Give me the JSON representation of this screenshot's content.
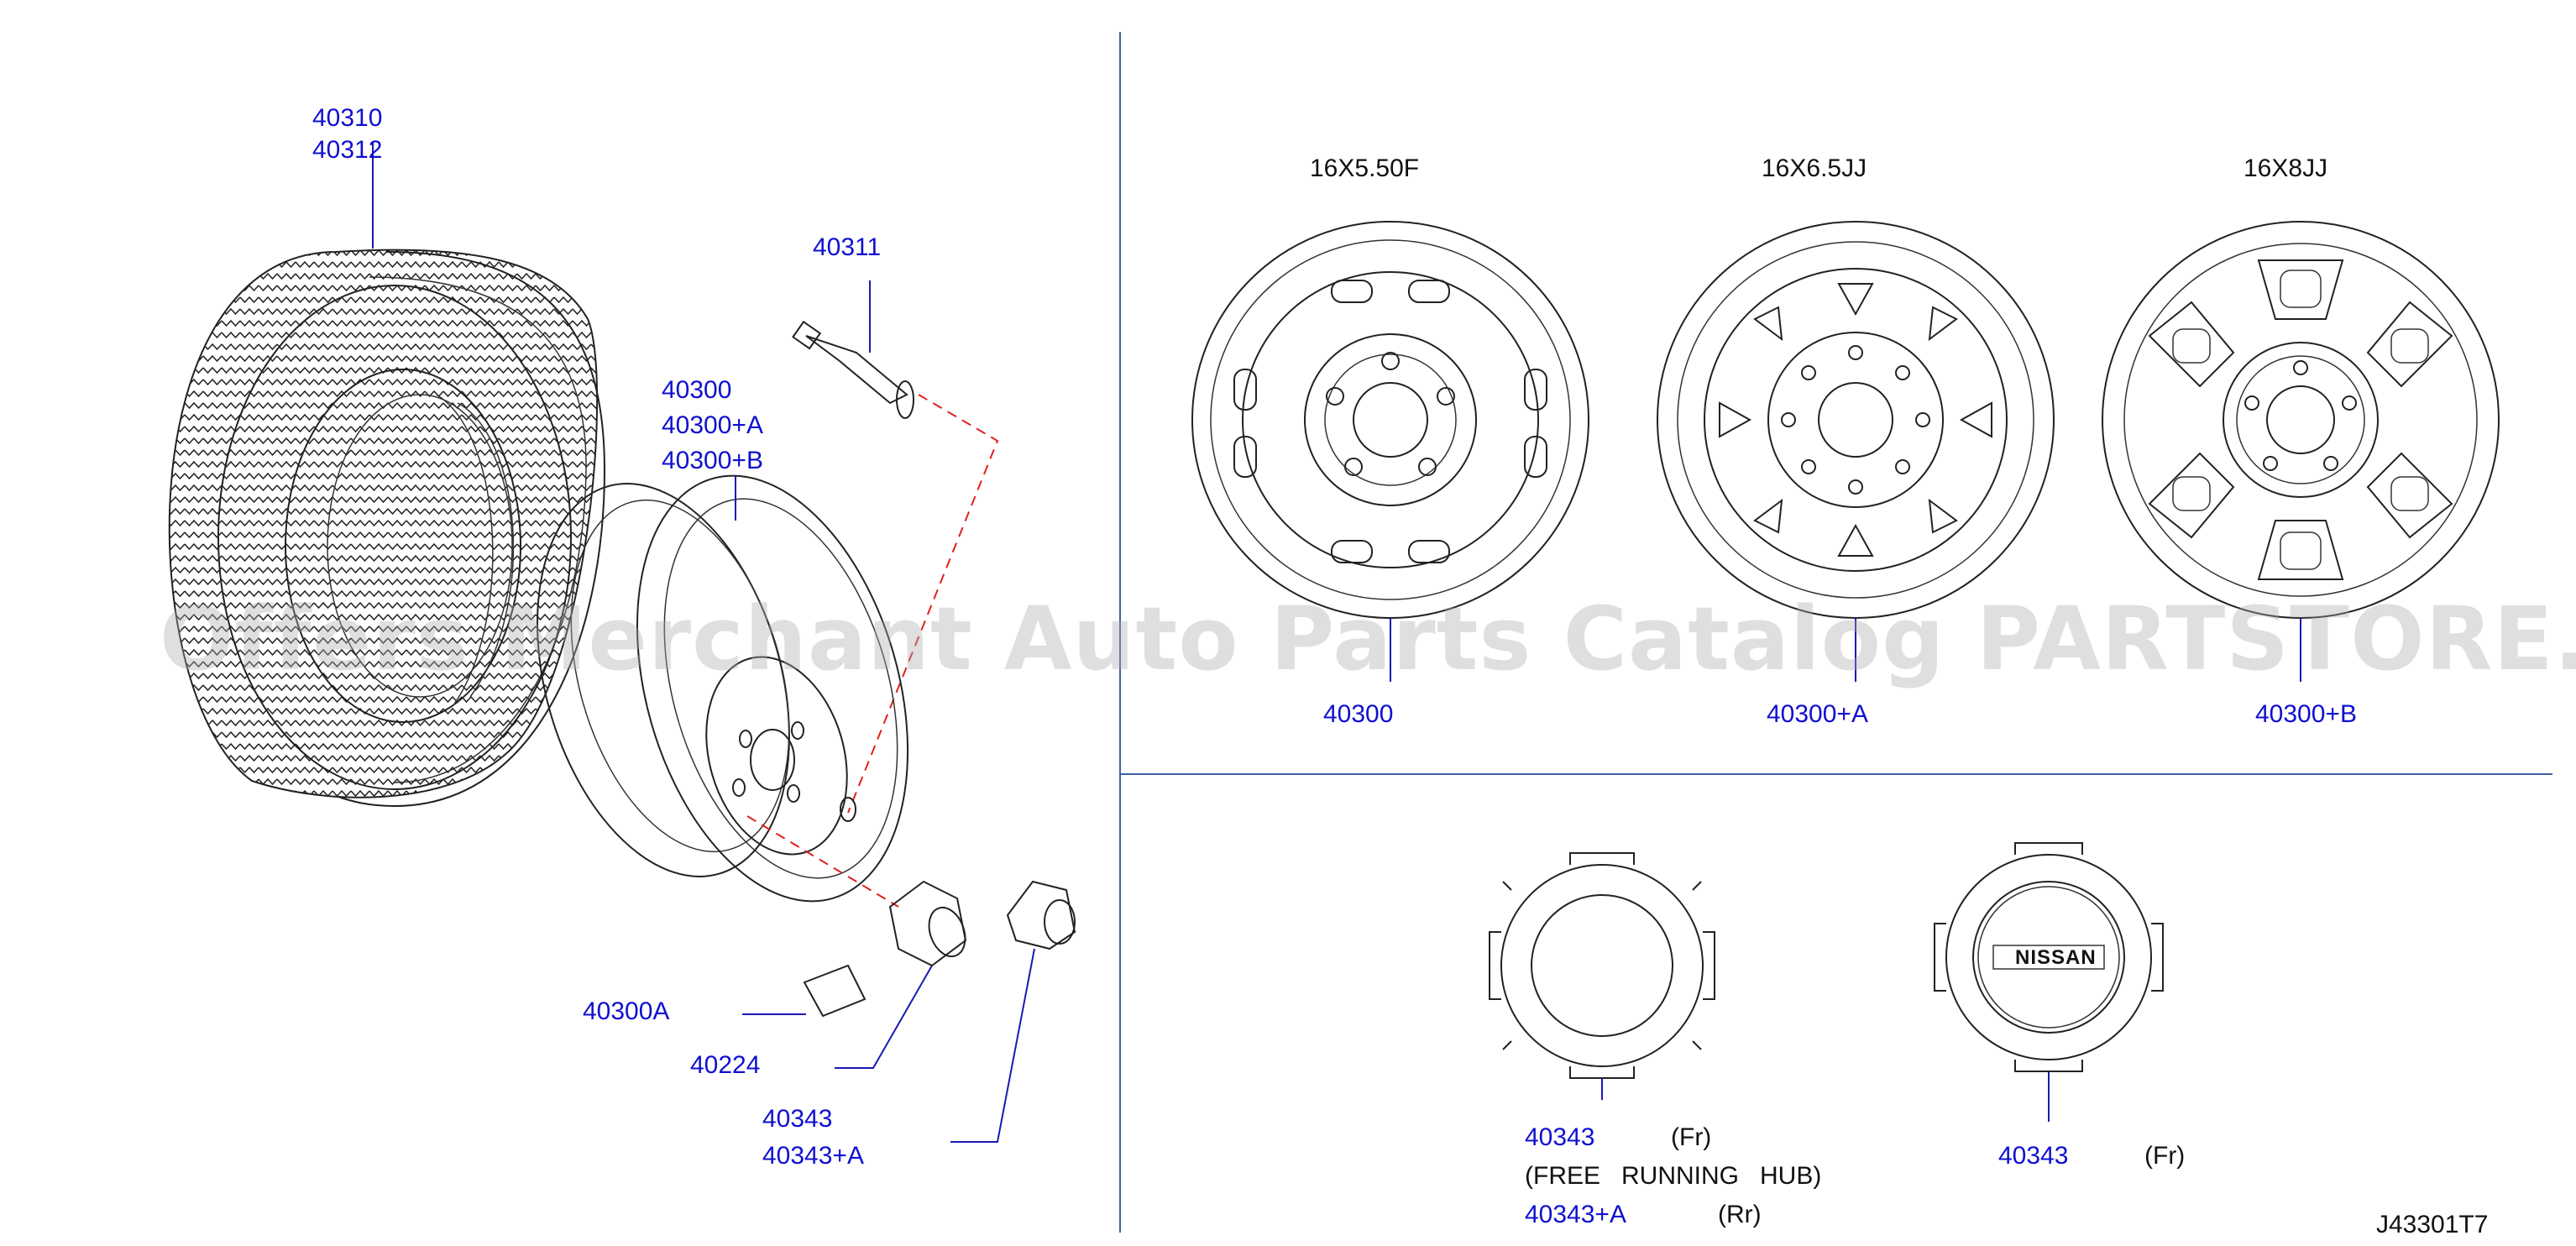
{
  "parts": {
    "tire_a": "40310",
    "tire_b": "40312",
    "valve": "40311",
    "wheel": "40300",
    "wheel_a": "40300+A",
    "wheel_b": "40300+B",
    "weight": "40300A",
    "nut": "40224",
    "cap": "40343",
    "cap_a": "40343+A"
  },
  "wheel_sizes": {
    "size1": "16X5.50F",
    "size2": "16X6.5JJ",
    "size3": "16X8JJ"
  },
  "wheel_parts": {
    "w1": "40300",
    "w2": "40300+A",
    "w3": "40300+B"
  },
  "hub_caps": {
    "cap1_part": "40343",
    "cap1_pos": "(Fr)",
    "cap1_note": "(FREE   RUNNING   HUB)",
    "cap1b_part": "40343+A",
    "cap1b_pos": "(Rr)",
    "cap2_part": "40343",
    "cap2_pos": "(Fr)",
    "cap2_logo": "NISSAN"
  },
  "diagram_code": "J43301T7",
  "watermark": "Offers Merchant Auto Parts Catalog PARTSTORE.SA"
}
